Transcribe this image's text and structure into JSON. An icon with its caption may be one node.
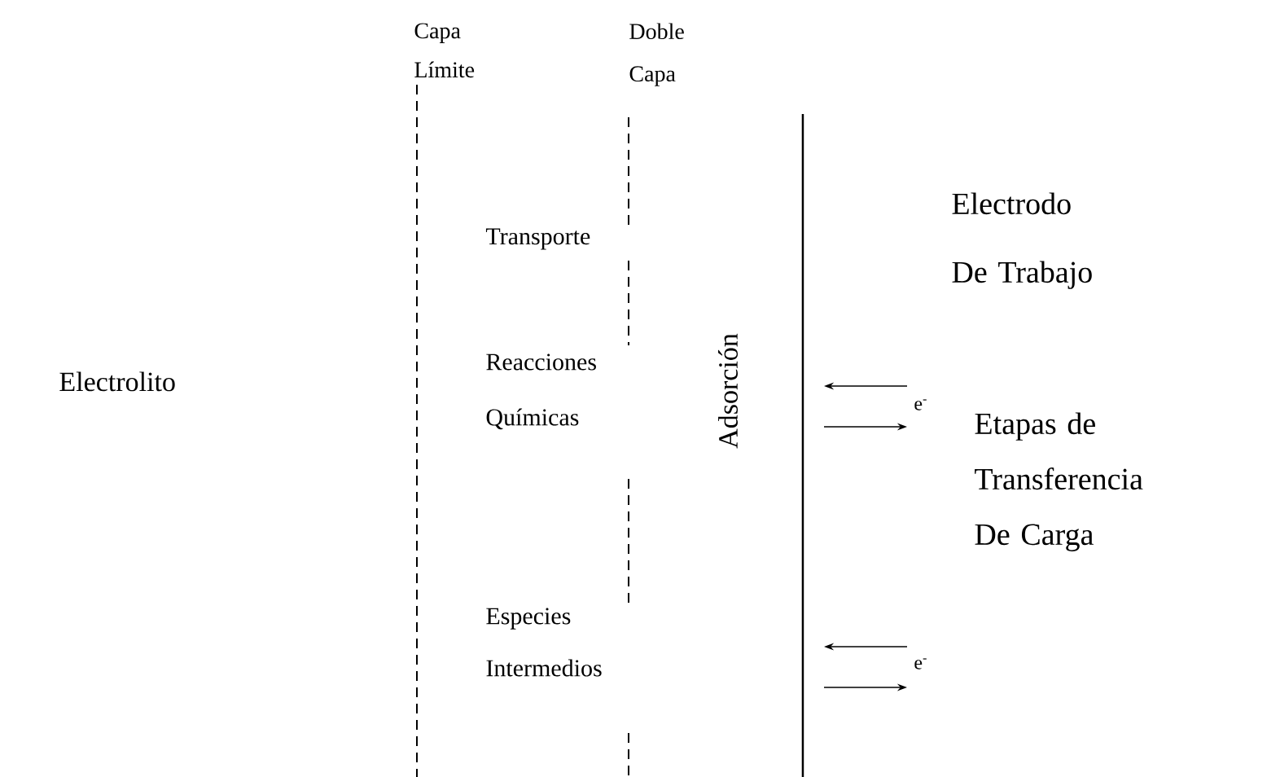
{
  "diagram": {
    "labels": [
      "Capa Límite",
      "Doble Capa",
      "Electrodo De Trabajo",
      "Transporte",
      "Electrolito",
      "Reacciones Químicas",
      "Adsorción",
      "e$^{-}$",
      "Etapas de Transferencia De Carga",
      "Especies Intermedios",
      "e$^{-}$"
    ]
  }
}
